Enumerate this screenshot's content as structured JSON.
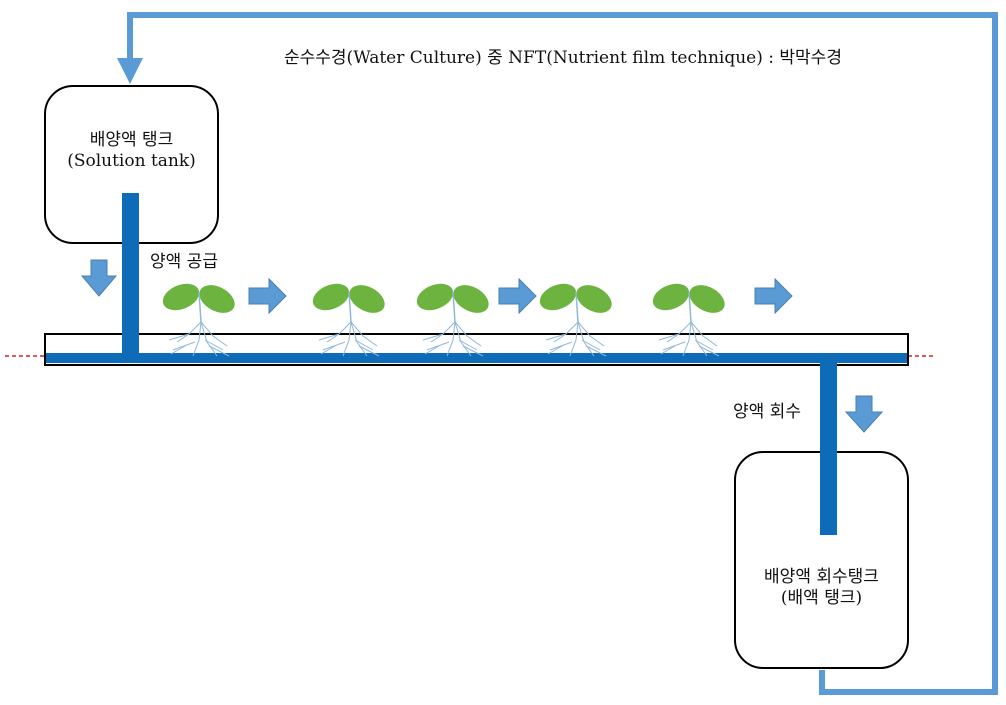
{
  "title": "순수수경(Water Culture) 중 NFT(Nutrient film technique) : 박막수경",
  "supply_tank": {
    "line1": "배양액 탱크",
    "line2": "(Solution tank)"
  },
  "supply_label": "양액 공급",
  "return_label": "양액 회수",
  "return_tank": {
    "line1": "배양액 회수탱크",
    "line2": "(배액 탱크)"
  },
  "plants": {
    "count": 5
  },
  "colors": {
    "pipe": "#0e6bb8",
    "return_loop": "#5b9bd5",
    "arrow": "#5b9bd5",
    "leaf": "#6db33f",
    "root": "#8fb7da",
    "dash": "#d62020",
    "outline": "#000000"
  }
}
